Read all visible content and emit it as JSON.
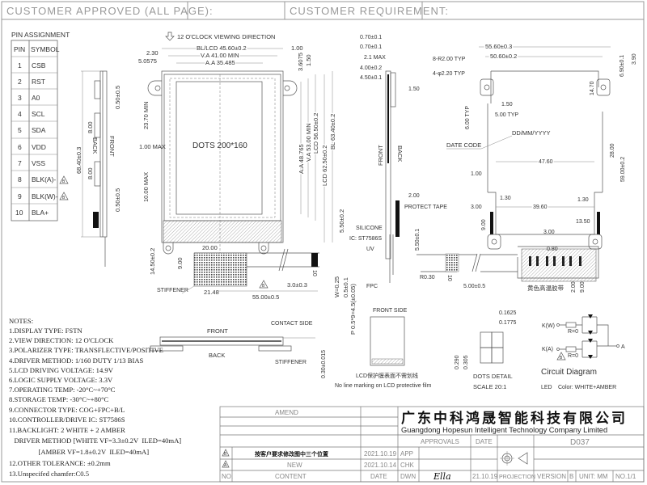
{
  "header": {
    "customer_approved": "CUSTOMER  APPROVED  (ALL  PAGE):",
    "customer_requirement": "CUSTOMER  REQUIREMENT:"
  },
  "pin_assignment": {
    "title": "PIN ASSIGNMENT",
    "headers": [
      "PIN",
      "SYMBOL"
    ],
    "rows": [
      {
        "pin": "1",
        "symbol": "CSB"
      },
      {
        "pin": "2",
        "symbol": "RST"
      },
      {
        "pin": "3",
        "symbol": "A0"
      },
      {
        "pin": "4",
        "symbol": "SCL"
      },
      {
        "pin": "5",
        "symbol": "SDA"
      },
      {
        "pin": "6",
        "symbol": "VDD"
      },
      {
        "pin": "7",
        "symbol": "VSS"
      },
      {
        "pin": "8",
        "symbol": "BLK(A)-",
        "rev": "B"
      },
      {
        "pin": "9",
        "symbol": "BLK(W)-",
        "rev": "B"
      },
      {
        "pin": "10",
        "symbol": "BLA+"
      }
    ]
  },
  "left_side_view": {
    "dims": [
      "68.40±0.3",
      "0.50±0.5",
      "8.00",
      "BACK",
      "FRONT",
      "8.00",
      "0.50±0.5"
    ]
  },
  "front_view": {
    "viewing_direction": "12 O'CLOCK VIEWING DIRECTION",
    "dots": "DOTS 200*160",
    "dims": [
      "BL/LCD 45.60±0.2",
      "V.A 41.00 MIN",
      "A.A 35.485",
      "2.30",
      "5.0575",
      "1.00",
      "3.6075",
      "1.50",
      "23.70 MIN",
      "1.00 MAX",
      "10.00 MAX",
      "A.A 48.765",
      "V.A 53.00 MIN",
      "LCD 56.50±0.2",
      "LCD 62.50±0.2",
      "BL 63.40±0.2",
      "5.50±0.2",
      "14.50±0.2",
      "20.00",
      "9.00",
      "21.48",
      "STIFFENER",
      "55.00±0.5",
      "3.0±0.3",
      "W=0.25",
      "0.5±0.1",
      "P 0.5*9=4.5(±0.05)",
      "10"
    ],
    "rev_mark": "B"
  },
  "right_side_view": {
    "dims": [
      "0.70±0.1",
      "0.70±0.1",
      "2.1 MAX",
      "4.00±0.2",
      "4.50±0.1",
      "1.50",
      "FRONT",
      "BACK",
      "2.00",
      "PROTECT TAPE",
      "SILICONE",
      "IC: ST7586S",
      "UV",
      "FPC",
      "5.50±0.1"
    ]
  },
  "back_view": {
    "dims": [
      "55.60±0.3",
      "50.60±0.2",
      "8-R2.00 TYP",
      "4-φ2.20 TYP",
      "1.50",
      "5.00 TYP",
      "6.00 TYP",
      "DD/MM/YYYY",
      "DATE CODE",
      "6.90±0.1",
      "3.90",
      "14.70",
      "28.00",
      "59.00±0.2",
      "47.60",
      "1.00",
      "1.30",
      "1.30",
      "3.00",
      "39.60",
      "9.00",
      "13.50",
      "3.00",
      "0.80",
      "R0.30",
      "5.00±0.5",
      "2.00",
      "9.00",
      "黄色高温胶带",
      "10"
    ]
  },
  "section_view": {
    "front": "FRONT",
    "back": "BACK",
    "contact_side": "CONTACT SIDE",
    "stiffener": "STIFFENER",
    "thickness": "0.30±0.015"
  },
  "front_side": {
    "title": "FRONT SIDE",
    "note_cn": "LCD保护膜表面不需划线",
    "note_en": "No line marking on LCD protective film"
  },
  "dots_detail": {
    "dims": [
      "0.1625",
      "0.1775",
      "0.290",
      "0.305"
    ],
    "title": "DOTS DETAIL",
    "scale": "SCALE 20:1"
  },
  "circuit": {
    "kw": "K(W)",
    "ka": "K(A)",
    "r1": "R=0",
    "r2": "R=0",
    "a": "A",
    "rev_mark": "B",
    "title": "Circuit Diagram",
    "led_label": "LED",
    "color": "Color: WHITE+AMBER"
  },
  "notes": {
    "title": "NOTES:",
    "items": [
      "1.DISPLAY TYPE: FSTN",
      "2.VIEW DIRECTION: 12 O'CLOCK",
      "3.POLARIZER TYPE: TRANSFLECTIVE/POSITIVE",
      "4.DRIVER METHOD: 1/160 DUTY 1/13 BIAS",
      "5.LCD DRIVING VOLTAGE: 14.9V",
      "6.LOGIC SUPPLY VOLTAGE: 3.3V",
      "7.OPERATING TEMP: -20°C~+70°C",
      "8.STORAGE TEMP: -30°C~+80°C",
      "9.CONNECTOR TYPE: COG+FPC+B/L",
      "10.CONTROLLER/DRIVE IC: ST7586S",
      "11.BACKLIGHT: 2 WHITE + 2 AMBER",
      "   DRIVER METHOD [WHITE VF=3.3±0.2V  ILED=40mA]",
      "                 [AMBER VF=1.8±0.2V  ILED=40mA]",
      "12.OTHER TOLERANCE: ±0.2mm",
      "13.Unspecifed chamfer:C0.5"
    ]
  },
  "title_block": {
    "amend": "AMEND",
    "revisions": [
      {
        "no": "B",
        "content": "按客户要求修改图中三个位置",
        "date": "2021.10.19"
      },
      {
        "no": "A",
        "content": "NEW",
        "date": "2021.10.14"
      }
    ],
    "col_no": "NO.",
    "col_content": "CONTENT",
    "col_date": "DATE",
    "company_cn": "广东中科鸿晟智能科技有限公司",
    "company_en": "Guangdong Hopesun Intelligent Technology Company Limited",
    "approvals": "APPROVALS",
    "approvals_date": "DATE",
    "drawing_no": "D037",
    "app": "APP",
    "chk": "CHK",
    "dwn": "DWN",
    "dwn_name": "Ella",
    "dwn_date": "21.10.19",
    "projection": "PROJECTION",
    "version_label": "VERSION",
    "version": "B",
    "unit": "UNIT: MM",
    "sheet": "NO.1/1"
  }
}
